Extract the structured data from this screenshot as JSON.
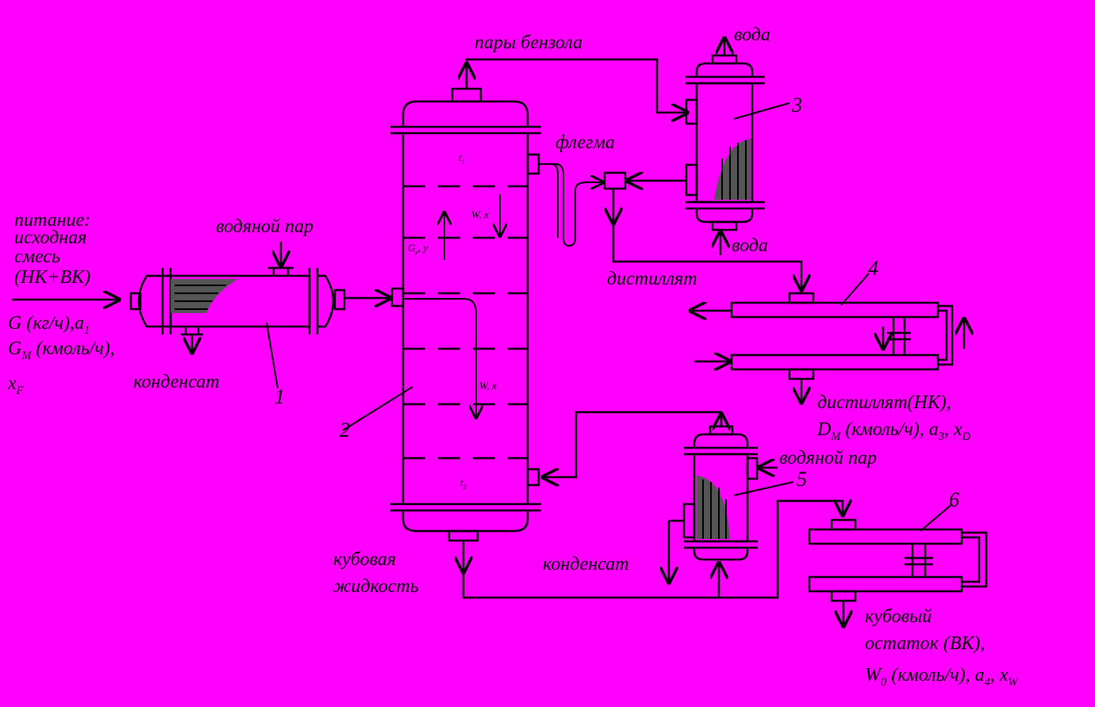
{
  "labels": {
    "feed_title": "питание:",
    "feed_line1": "исходная",
    "feed_line2": "смесь",
    "feed_line3": "(НК+ВК)",
    "feed_G": "G (кг/ч),a",
    "feed_G_sub": "1",
    "feed_GM": "G",
    "feed_GM_sub": "M",
    "feed_GM_rest": " (кмоль/ч),",
    "feed_x": "x",
    "feed_x_sub": "F",
    "steam_top": "водяной пар",
    "condensate_1": "конденсат",
    "benzene_vapor": "пары бензола",
    "water_top": "вода",
    "water_bottom": "вода",
    "reflux": "флегма",
    "distillate": "дистиллят",
    "distillate_product": "дистиллят(НК),",
    "distillate_DM": "D",
    "distillate_DM_sub": "M",
    "distillate_rest": " (кмоль/ч), a",
    "distillate_a_sub": "3",
    "distillate_x": ", x",
    "distillate_x_sub": "D",
    "steam_5": "водяной пар",
    "condensate_5": "конденсат",
    "bottoms_line1": "кубовая",
    "bottoms_line2": "жидкость",
    "residue_line1": "кубовый",
    "residue_line2": "остаток (ВК),",
    "residue_W": "W",
    "residue_W_sub": "0",
    "residue_rest": " (кмоль/ч), a",
    "residue_a_sub": "4",
    "residue_x": ", x",
    "residue_x_sub": "W",
    "t1": "t",
    "t1_sub": "1",
    "t2": "t",
    "t2_sub": "2",
    "w_x_top": "W, x",
    "g_y": "G",
    "g_y_sub": "у",
    "g_y_rest": ", у",
    "w_x_mid": "W, x"
  },
  "numbers": {
    "n1": "1",
    "n2": "2",
    "n3": "3",
    "n4": "4",
    "n5": "5",
    "n6": "6"
  },
  "colors": {
    "background": "#ff00ff",
    "line": "#000000"
  }
}
